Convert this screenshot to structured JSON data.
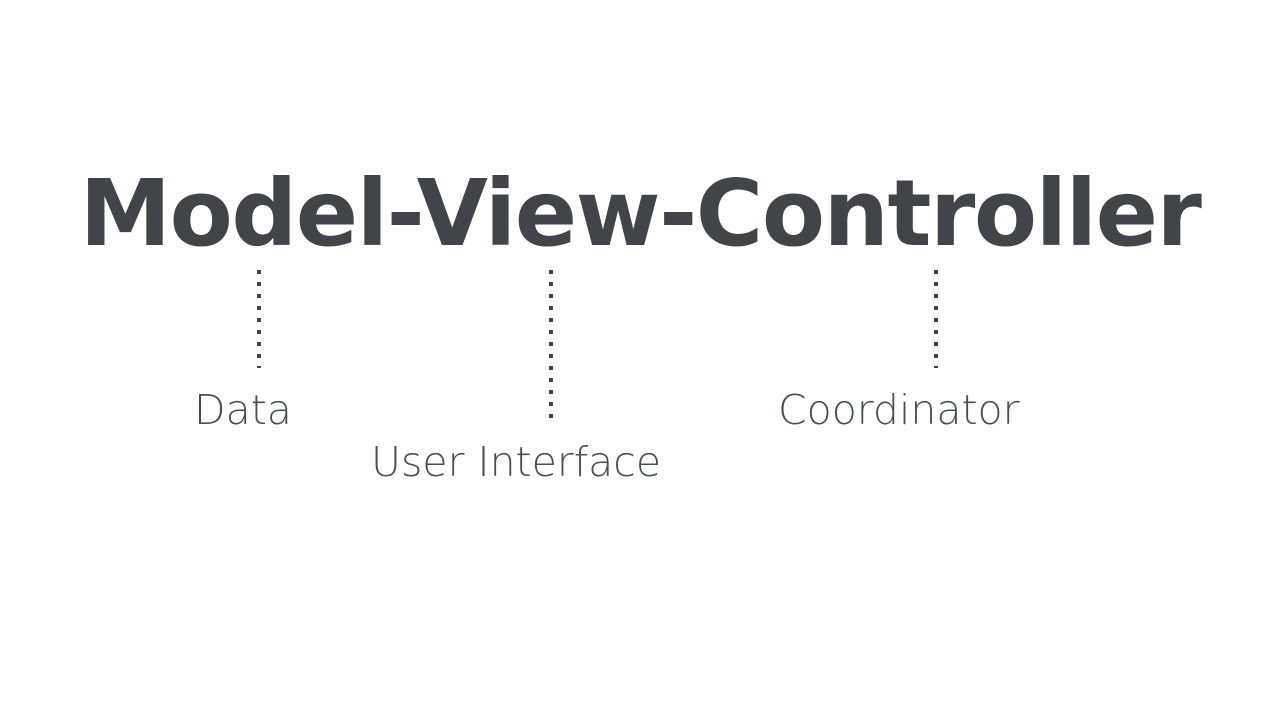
{
  "slide": {
    "background_color": "#ffffff",
    "text_color": "#41454a",
    "title": "Model-View-Controller",
    "pattern_name": "Model-View-Controller",
    "components": [
      {
        "id": "model",
        "term": "Model",
        "label": "Data",
        "connector": "dotted-vertical-line"
      },
      {
        "id": "view",
        "term": "View",
        "label": "User Interface",
        "connector": "dotted-vertical-line"
      },
      {
        "id": "controller",
        "term": "Controller",
        "label": "Coordinator",
        "connector": "dotted-vertical-line"
      }
    ]
  }
}
